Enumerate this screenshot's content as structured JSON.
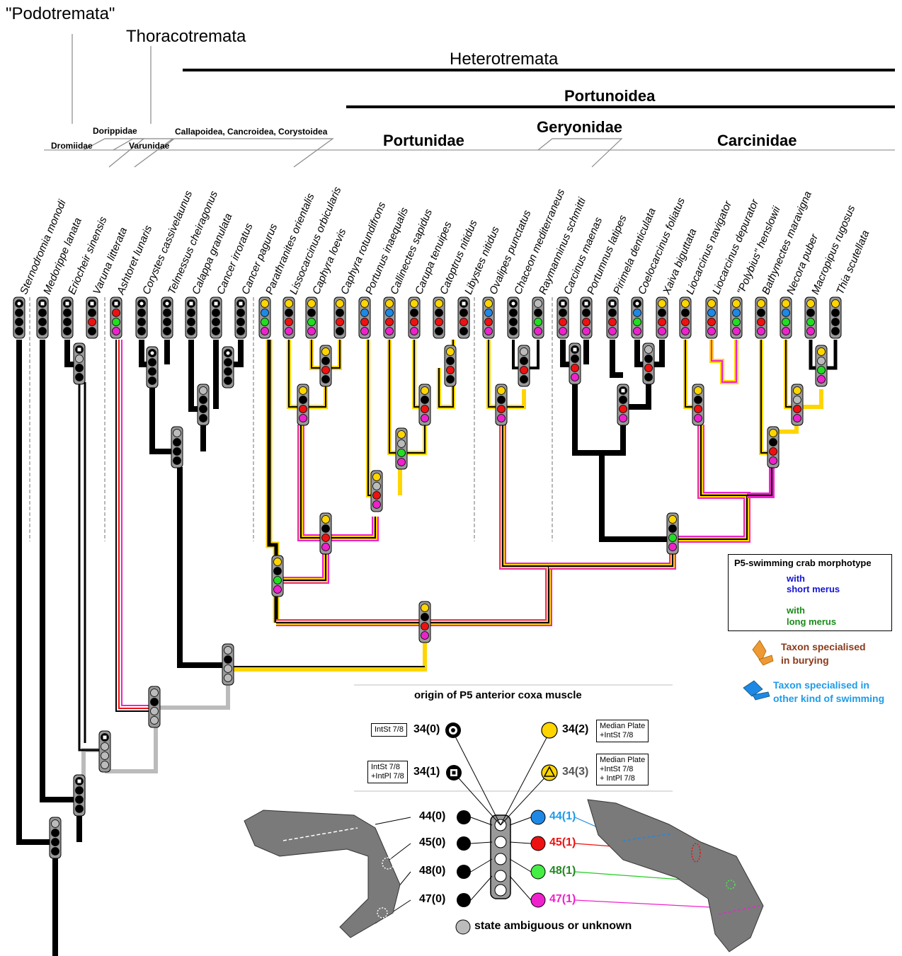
{
  "clades": {
    "podotremata": "\"Podotremata\"",
    "thoracotremata": "Thoracotremata",
    "heterotremata": "Heterotremata",
    "portunoidea": "Portunoidea",
    "portunidae": "Portunidae",
    "geryonidae": "Geryonidae",
    "carcinidae": "Carcinidae",
    "dromiidae": "Dromiidae",
    "dorippidae": "Dorippidae",
    "varunidae": "Varunidae",
    "callapoidea": "Callapoidea, Cancroidea, Corystoidea"
  },
  "taxa": [
    "Sternodromia monodi",
    "Medorippe lanata",
    "Eriocheir sinensis",
    "Varuna litterata",
    "Ashtoret lunaris",
    "Corystes cassivelaunus",
    "Telmessus cheiragonus",
    "Calappa granulata",
    "Cancer irroratus",
    "Cancer pagurus",
    "Parathranites orientalis",
    "Lissocarcinus orbicularis",
    "Caphyra loevis",
    "Caphyra rotundifrons",
    "Portunus inaequalis",
    "Callinectes sapidus",
    "Carupa tenuipes",
    "Catoptrus nitidus",
    "Libystes nitidus",
    "Ovalipes punctatus",
    "Chaceon mediterraneus",
    "Raymanninus schmitti",
    "Carcinus maenas",
    "Portumnus latipes",
    "Pirimela denticulata",
    "Coelocarcinus foliatus",
    "Xaiva biguttata",
    "Liocarcinus navigator",
    "Liocarcinus depurator",
    "\"Polybius\" henslowii",
    "Bathynectes maravigna",
    "Necora puber",
    "Macropipus rugosus",
    "Thia scutellata"
  ],
  "legend": {
    "title": "P5-swimming crab morphotype",
    "short_line1": "with",
    "short_line2": "short merus",
    "long_line1": "with",
    "long_line2": "long merus",
    "burying_line1": "Taxon specialised",
    "burying_line2": "in burying",
    "other_line1": "Taxon specialised in",
    "other_line2": "other kind of swimming"
  },
  "key": {
    "title": "origin of P5 anterior coxa muscle",
    "c34_0": "34(0)",
    "c34_0_box": "IntSt 7/8",
    "c34_1": "34(1)",
    "c34_1_box1": "IntSt 7/8",
    "c34_1_box2": "+IntPl 7/8",
    "c34_2": "34(2)",
    "c34_2_box1": "Median Plate",
    "c34_2_box2": "+IntSt 7/8",
    "c34_3": "34(3)",
    "c34_3_box1": "Median Plate",
    "c34_3_box2": "+IntSt 7/8",
    "c34_3_box3": "+ IntPl 7/8",
    "c44_0": "44(0)",
    "c45_0": "45(0)",
    "c48_0": "48(0)",
    "c47_0": "47(0)",
    "c44_1": "44(1)",
    "c45_1": "45(1)",
    "c48_1": "48(1)",
    "c47_1": "47(1)",
    "ambiguous": "state ambiguous or unknown"
  },
  "colors": {
    "yellow": "#ffd500",
    "blue": "#1e88e5",
    "red": "#ee1111",
    "green": "#22dd22",
    "magenta": "#ee22cc",
    "cyan": "#33ddee",
    "mint": "#22dd88",
    "orange": "#ee9933",
    "bluetext": "#1e9be8",
    "redtext": "#ee1111",
    "greentext": "#228822",
    "magentatext": "#ee22cc",
    "burying": "#8b3a1a",
    "darkgreen": "#1a8a1a",
    "darkblue": "#1414d6"
  }
}
